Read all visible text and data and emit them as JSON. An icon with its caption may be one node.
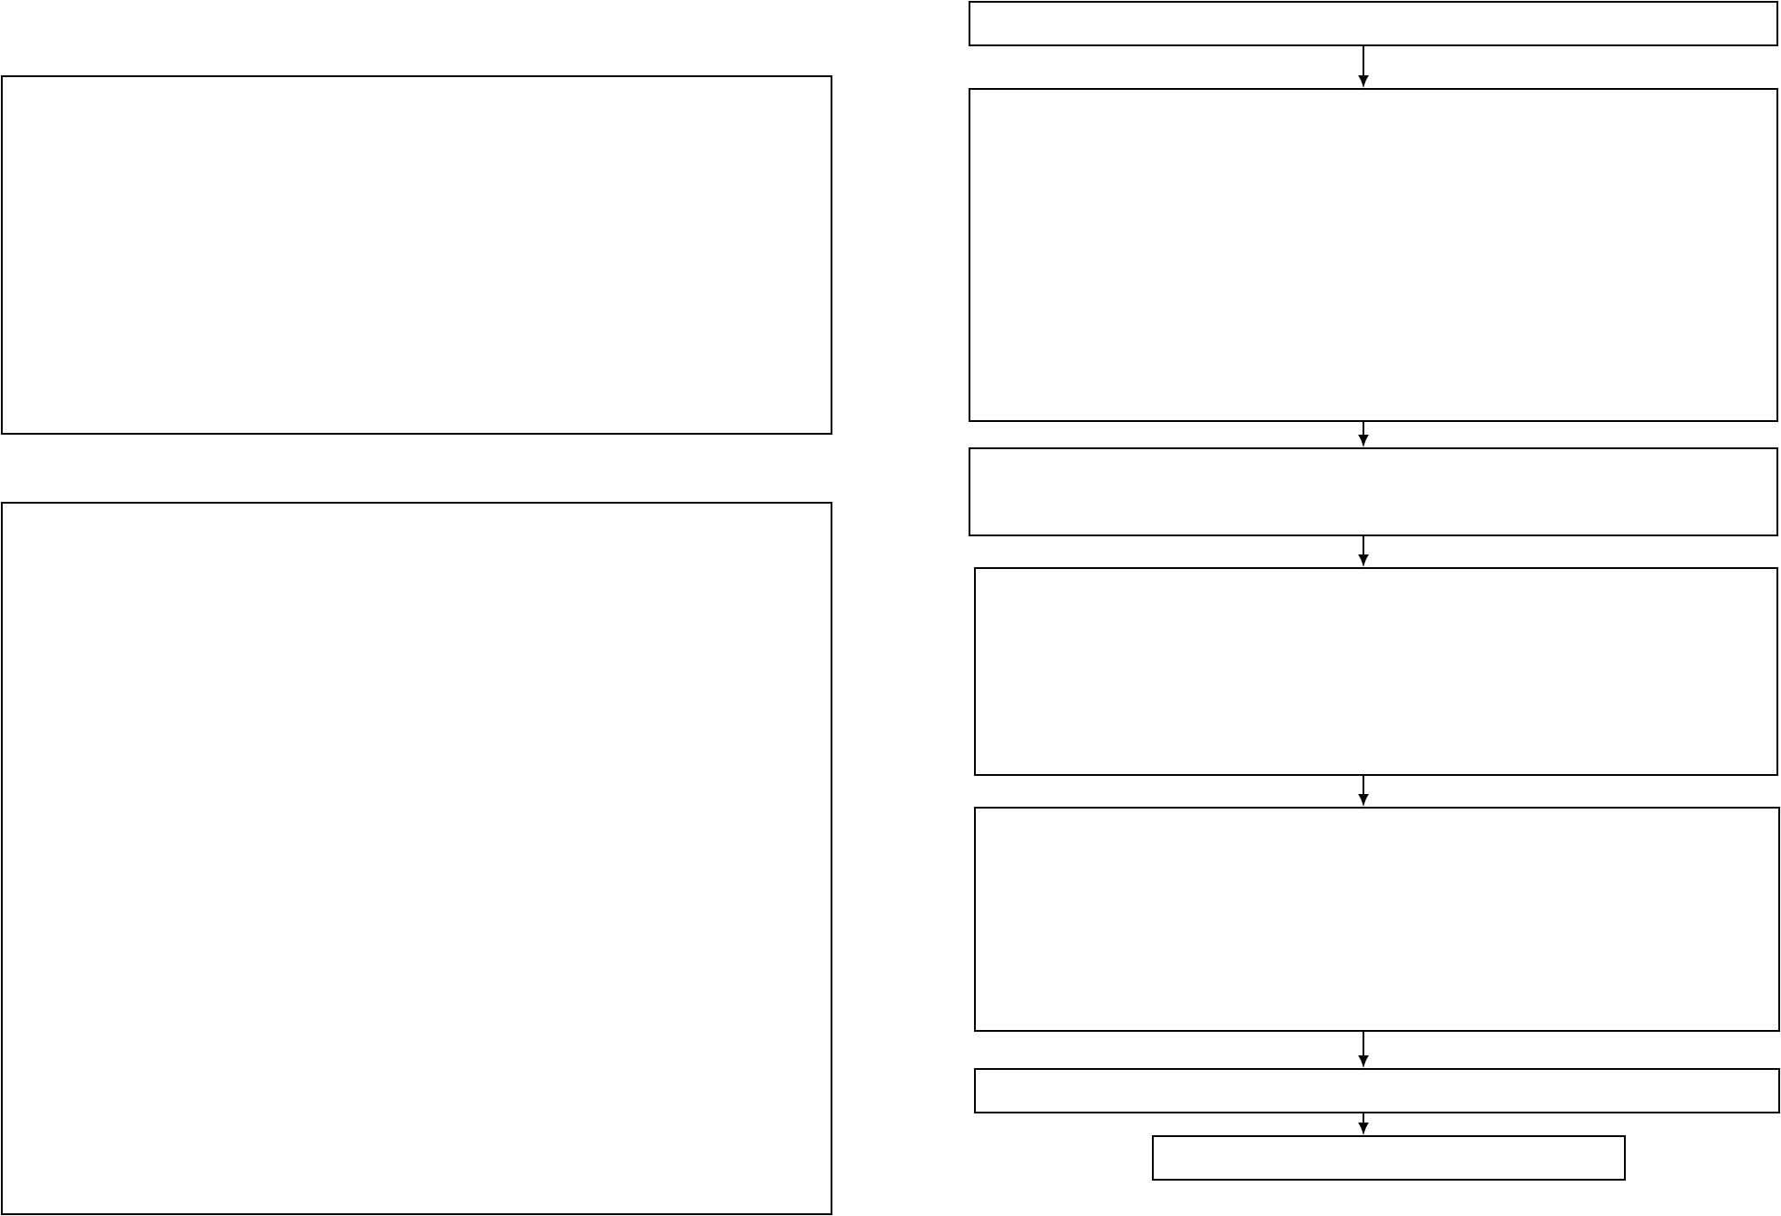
{
  "diagram": {
    "nodes": [
      {
        "text": [],
        "shape": "box"
      },
      {
        "text": [],
        "shape": "box"
      },
      {
        "text": [],
        "shape": "box"
      },
      {
        "text": [],
        "shape": "box"
      },
      {
        "text": [],
        "shape": "box"
      },
      {
        "text": [],
        "shape": "box"
      },
      {
        "text": [],
        "shape": "box"
      },
      {
        "text": [],
        "shape": "box"
      },
      {
        "text": [],
        "shape": "box"
      }
    ],
    "edges": [
      {
        "from": 2,
        "to": 3,
        "arrow": "to"
      },
      {
        "from": 3,
        "to": 4,
        "arrow": "to"
      },
      {
        "from": 4,
        "to": 5,
        "arrow": "to"
      },
      {
        "from": 5,
        "to": 6,
        "arrow": "to"
      },
      {
        "from": 6,
        "to": 7,
        "arrow": "to"
      },
      {
        "from": 7,
        "to": 8,
        "arrow": "to"
      }
    ]
  }
}
